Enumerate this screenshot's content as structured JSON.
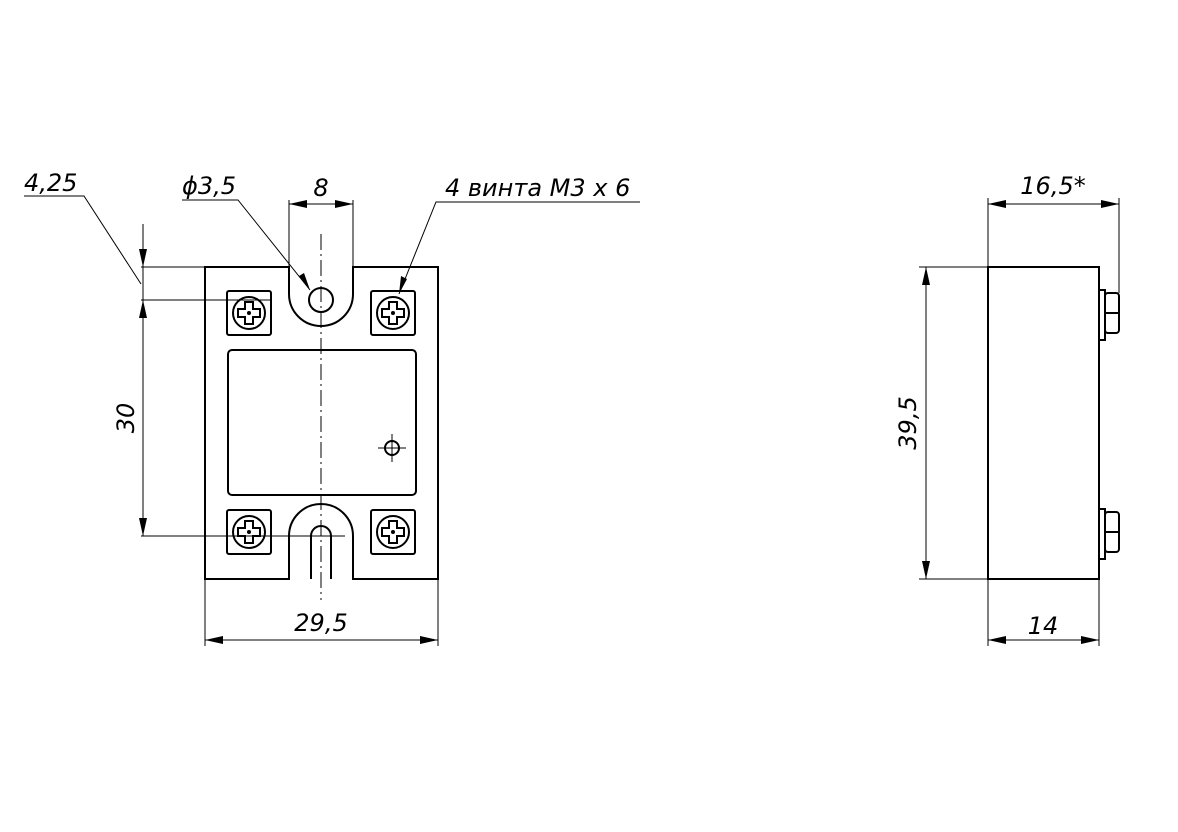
{
  "drawing": {
    "dimensions": {
      "offset_top": "4,25",
      "hole_diameter": "ϕ3,5",
      "slot_width": "8",
      "screws_note": "4  винта M3 x 6",
      "hole_spacing": "30",
      "width": "29,5",
      "height": "39,5",
      "total_depth": "16,5*",
      "body_depth": "14"
    }
  }
}
